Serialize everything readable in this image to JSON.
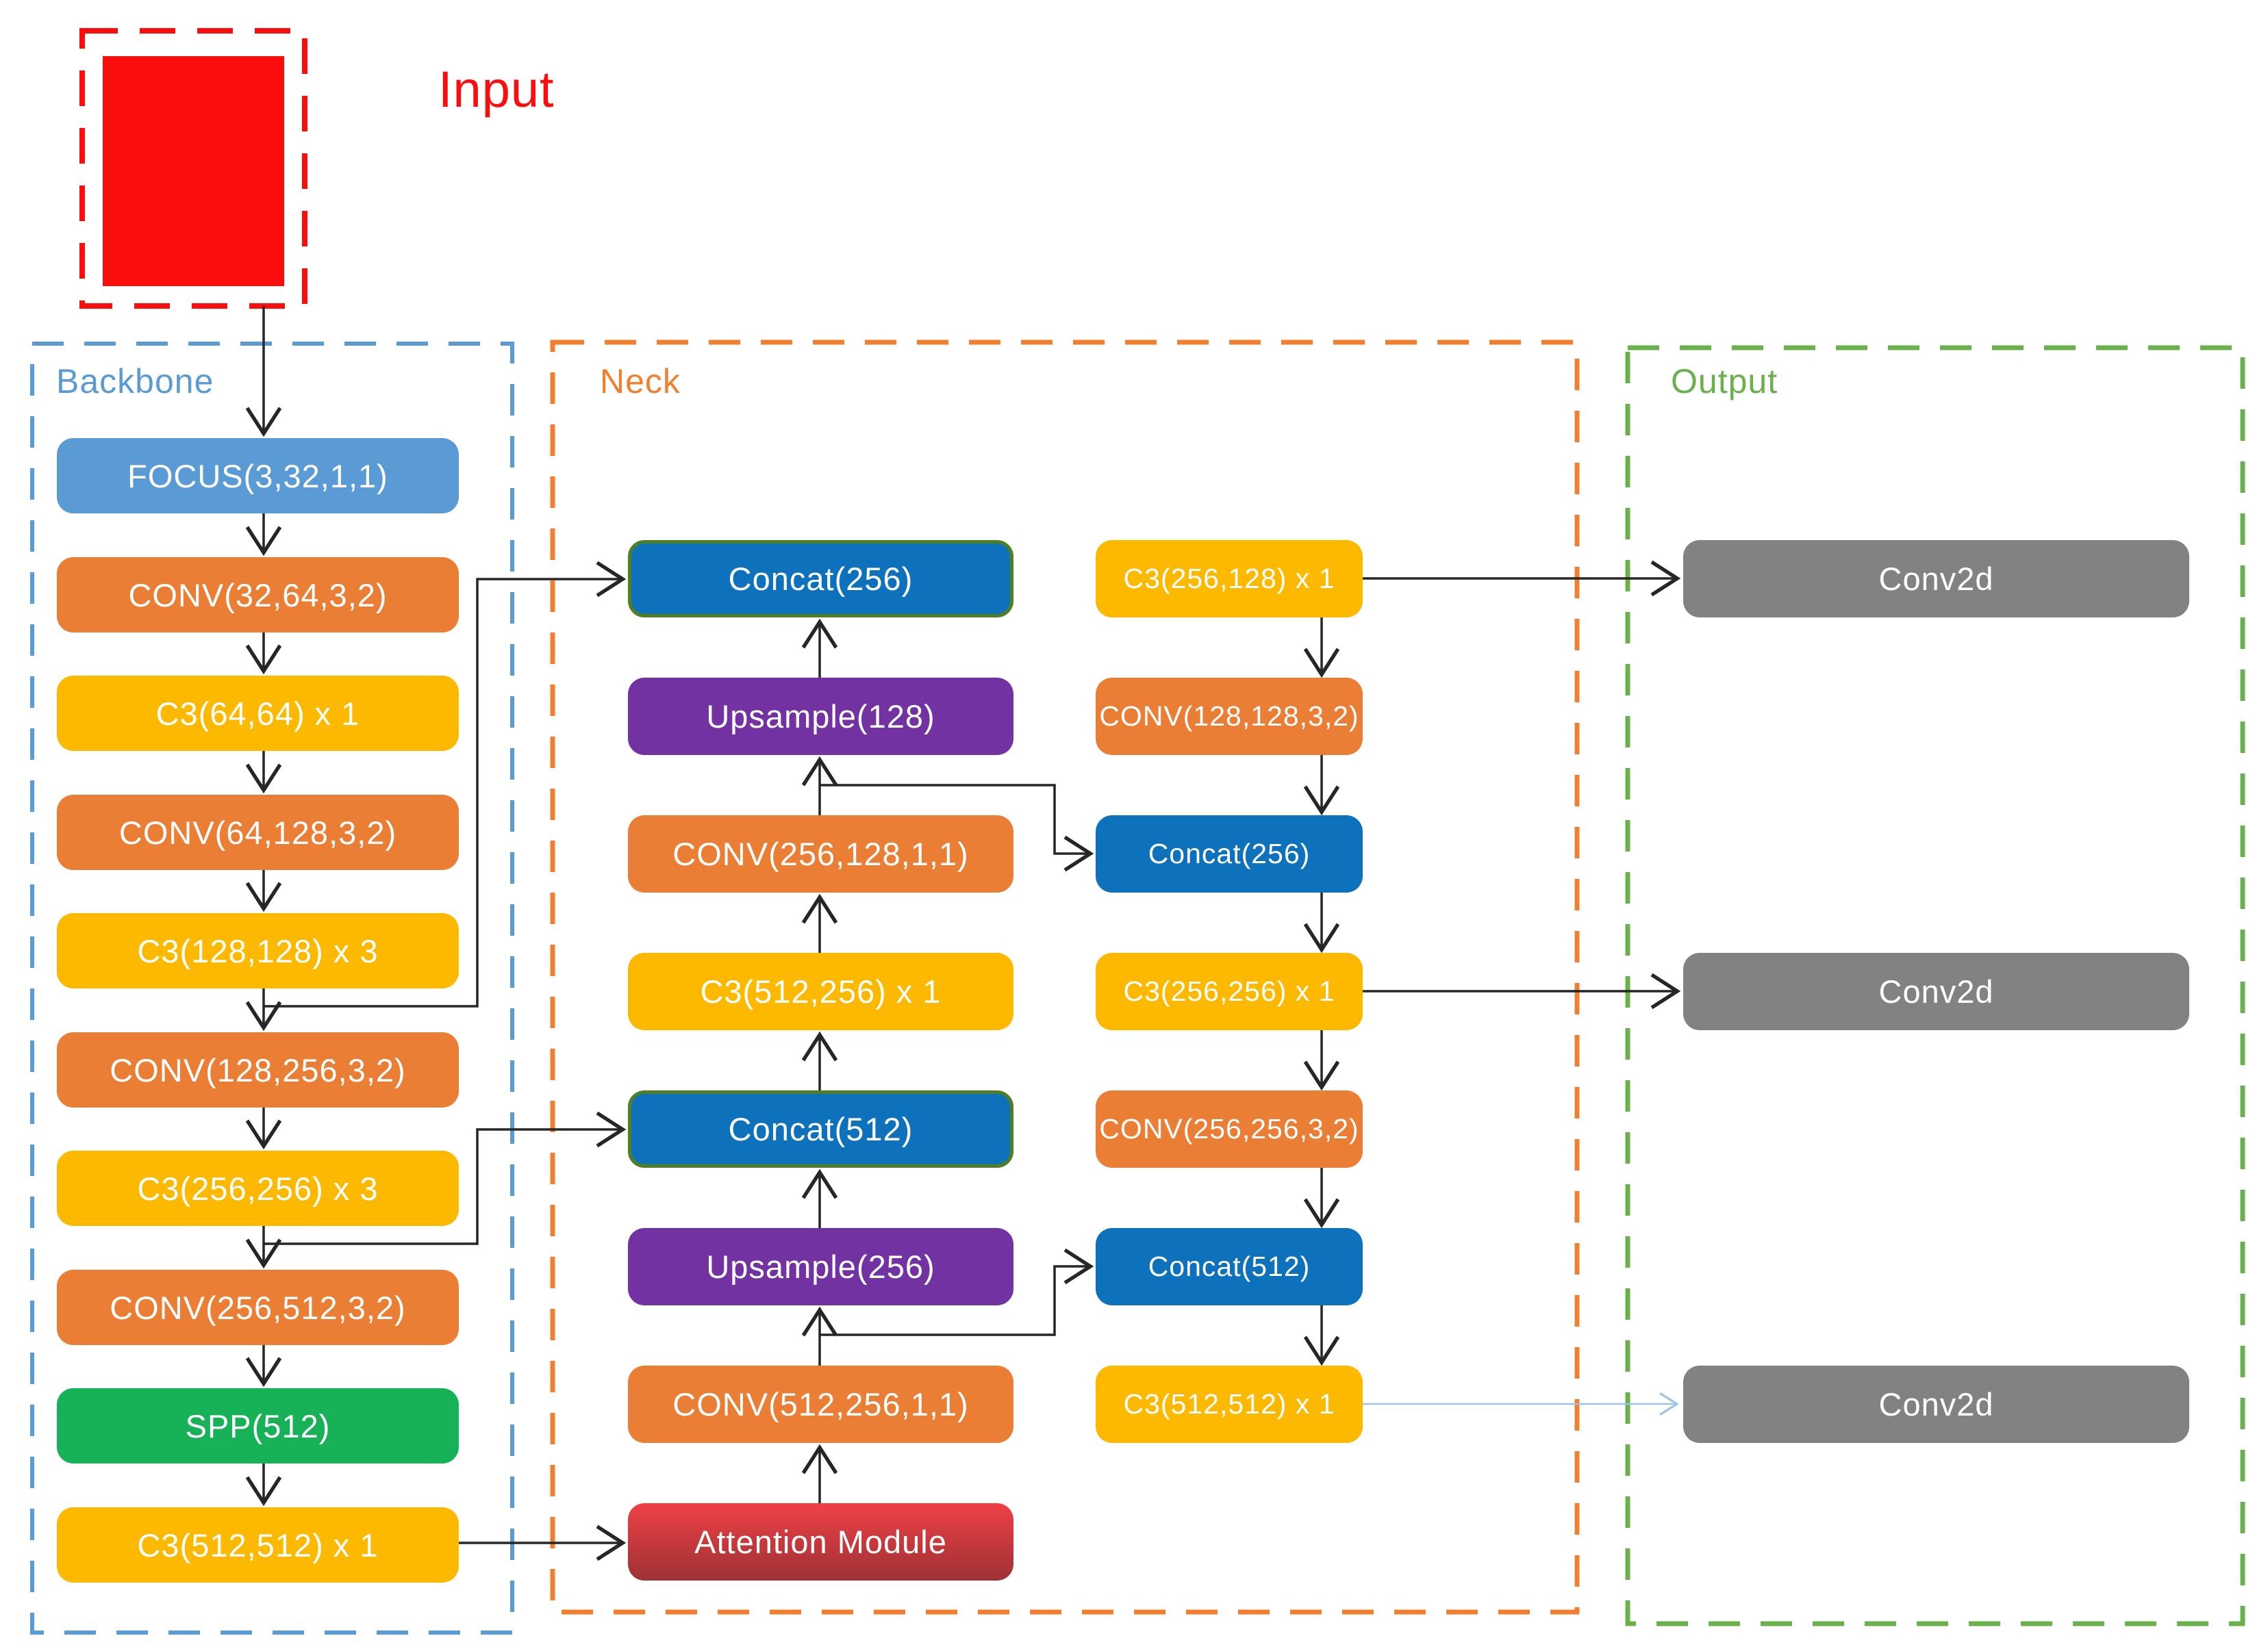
{
  "regions": {
    "input": {
      "label": "Input"
    },
    "backbone": {
      "label": "Backbone",
      "nodes": [
        {
          "label": "FOCUS(3,32,1,1)",
          "type": "focus"
        },
        {
          "label": "CONV(32,64,3,2)",
          "type": "conv"
        },
        {
          "label": "C3(64,64) x 1",
          "type": "c3"
        },
        {
          "label": "CONV(64,128,3,2)",
          "type": "conv"
        },
        {
          "label": "C3(128,128) x 3",
          "type": "c3"
        },
        {
          "label": "CONV(128,256,3,2)",
          "type": "conv"
        },
        {
          "label": "C3(256,256) x 3",
          "type": "c3"
        },
        {
          "label": "CONV(256,512,3,2)",
          "type": "conv"
        },
        {
          "label": "SPP(512)",
          "type": "spp"
        },
        {
          "label": "C3(512,512) x 1",
          "type": "c3"
        }
      ]
    },
    "neck": {
      "label": "Neck",
      "left_nodes": [
        {
          "label": "Concat(256)",
          "type": "concat"
        },
        {
          "label": "Upsample(128)",
          "type": "upsample"
        },
        {
          "label": "CONV(256,128,1,1)",
          "type": "conv"
        },
        {
          "label": "C3(512,256) x 1",
          "type": "c3"
        },
        {
          "label": "Concat(512)",
          "type": "concat"
        },
        {
          "label": "Upsample(256)",
          "type": "upsample"
        },
        {
          "label": "CONV(512,256,1,1)",
          "type": "conv"
        },
        {
          "label": "Attention Module",
          "type": "attention"
        }
      ],
      "right_nodes": [
        {
          "label": "C3(256,128) x 1",
          "type": "c3"
        },
        {
          "label": "CONV(128,128,3,2)",
          "type": "conv"
        },
        {
          "label": "Concat(256)",
          "type": "concat"
        },
        {
          "label": "C3(256,256) x 1",
          "type": "c3"
        },
        {
          "label": "CONV(256,256,3,2)",
          "type": "conv"
        },
        {
          "label": "Concat(512)",
          "type": "concat"
        },
        {
          "label": "C3(512,512) x 1",
          "type": "c3"
        }
      ]
    },
    "output": {
      "label": "Output",
      "nodes": [
        {
          "label": "Conv2d"
        },
        {
          "label": "Conv2d"
        },
        {
          "label": "Conv2d"
        }
      ]
    }
  },
  "edges": [
    "input -> FOCUS(3,32,1,1)",
    "backbone chain top-to-bottom through SPP(512) to C3(512,512) x 1",
    "C3(128,128) x 3 -> neck Concat(256)",
    "C3(256,256) x 3 -> neck Concat(512)",
    "backbone C3(512,512) x 1 -> Attention Module",
    "Attention Module -> CONV(512,256,1,1) -> Upsample(256) -> Concat(512) -> C3(512,256) x 1 -> CONV(256,128,1,1) -> Upsample(128) -> Concat(256)",
    "CONV(512,256,1,1) branch -> right Concat(512)",
    "CONV(256,128,1,1) branch -> right Concat(256)",
    "right column: C3(256,128) x 1 -> CONV(128,128,3,2) -> Concat(256) -> C3(256,256) x 1 -> CONV(256,256,3,2) -> Concat(512) -> C3(512,512) x 1",
    "C3(256,128) x 1 -> Conv2d",
    "C3(256,256) x 1 -> Conv2d",
    "C3(512,512) x 1 -> Conv2d (light blue)"
  ],
  "colors": {
    "focus_blue": "#5b9bd5",
    "conv_orange": "#ea7e35",
    "c3_yellow": "#fcb900",
    "spp_green": "#17b157",
    "concat_blue": "#0d72bb",
    "concat_border_green": "#507e23",
    "upsample_purple": "#7232a2",
    "attention_red_top": "#ef4146",
    "attention_red_bottom": "#9e3134",
    "conv2d_gray": "#828282",
    "edge_black": "#262626",
    "edge_light_blue": "#9dc3e6",
    "input_red": "#fb0d0d",
    "backbone_blue": "#5b9bd5",
    "neck_orange": "#f07f2f",
    "output_green": "#6ab04c"
  }
}
